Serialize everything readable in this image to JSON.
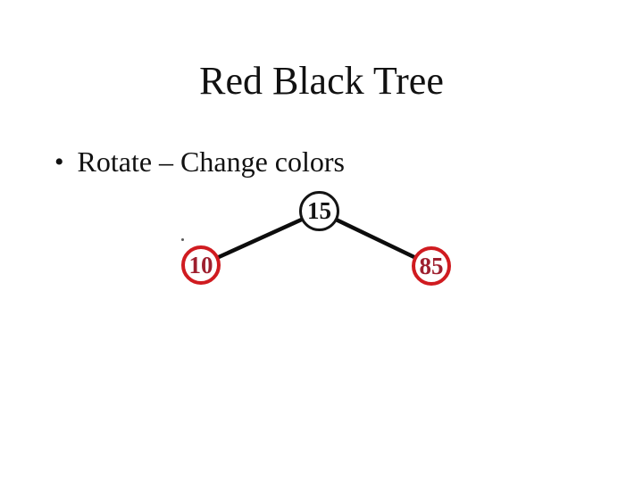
{
  "slide": {
    "title": "Red Black Tree",
    "bullets": [
      {
        "marker": "•",
        "text": "Rotate – Change colors"
      }
    ]
  },
  "tree": {
    "type": "binary-tree",
    "nodes": [
      {
        "label": "15",
        "color": "black",
        "role": "root"
      },
      {
        "label": "10",
        "color": "red",
        "role": "left-child"
      },
      {
        "label": "85",
        "color": "red",
        "role": "right-child"
      }
    ],
    "edges": [
      {
        "from": "15",
        "to": "10"
      },
      {
        "from": "15",
        "to": "85"
      }
    ],
    "palette": {
      "black_node": "#141414",
      "red_node_border": "#d01b20",
      "red_node_text": "#9e1f2e",
      "edge": "#0d0d0d"
    }
  }
}
